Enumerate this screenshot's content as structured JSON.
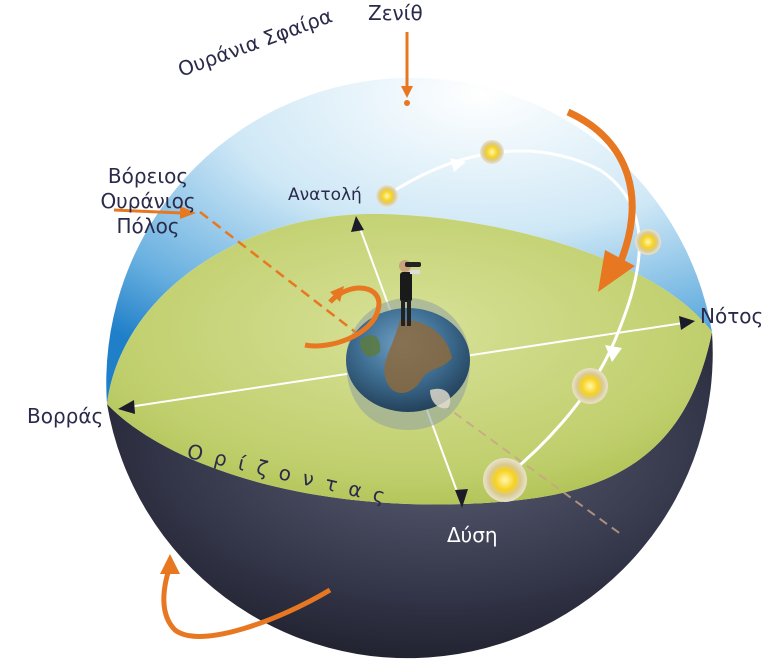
{
  "labels": {
    "zenith": "Ζενίθ",
    "celestial_sphere": "Ουράνια Σφαίρα",
    "north_pole_line1": "Βόρειος",
    "north_pole_line2": "Ουράνιος",
    "north_pole_line3": "Πόλος",
    "east": "Ανατολή",
    "south": "Νότος",
    "north": "Βορράς",
    "west": "Δύση",
    "horizon": "Ορίζοντας"
  },
  "colors": {
    "sky_top": "#ffffff",
    "sky_mid": "#a9d6ef",
    "sky_edge": "#1f7fc8",
    "plane_light": "#dbe49a",
    "plane_dark": "#9aaf3c",
    "lower_hemisphere": "#2b2c3e",
    "orange_arrow": "#e87722",
    "sun_core": "#f7d21e",
    "sun_glow": "#d9d0b8",
    "text": "#2a2a4a"
  }
}
